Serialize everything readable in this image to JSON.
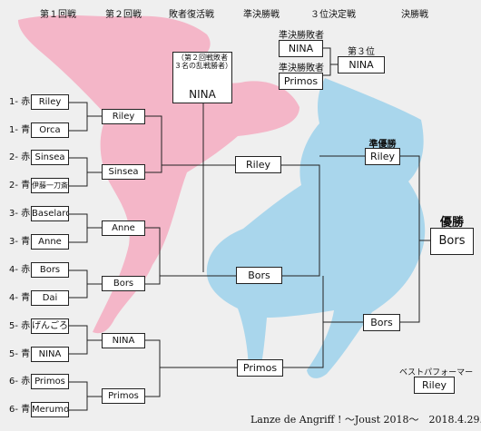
{
  "headers": [
    "第１回戦",
    "第２回戦",
    "敗者復活戦",
    "準決勝戦",
    "３位決定戦",
    "決勝戦"
  ],
  "round1": [
    {
      "seed": "1- 赤",
      "name": "Riley"
    },
    {
      "seed": "1- 青",
      "name": "Orca"
    },
    {
      "seed": "2- 赤",
      "name": "Sinsea"
    },
    {
      "seed": "2- 青",
      "name": "伊藤一刀斎"
    },
    {
      "seed": "3- 赤",
      "name": "Baselard"
    },
    {
      "seed": "3- 青",
      "name": "Anne"
    },
    {
      "seed": "4- 赤",
      "name": "Bors"
    },
    {
      "seed": "4- 青",
      "name": "Dai"
    },
    {
      "seed": "5- 赤",
      "name": "げんごろう"
    },
    {
      "seed": "5- 青",
      "name": "NINA"
    },
    {
      "seed": "6- 赤",
      "name": "Primos"
    },
    {
      "seed": "6- 青",
      "name": "Merumo"
    }
  ],
  "round2": [
    "Riley",
    "Sinsea",
    "Anne",
    "Bors",
    "NINA",
    "Primos"
  ],
  "repechage": {
    "note": "（第２回戦敗者３名の乱戦勝者）",
    "name": "NINA"
  },
  "semifinal": [
    "Riley",
    "Bors",
    "Primos"
  ],
  "third_place": {
    "loser_label": "準決勝敗者",
    "entrants": [
      "NINA",
      "Primos"
    ],
    "result_label": "第３位",
    "result": "NINA"
  },
  "final": {
    "runner_up_label": "準優勝",
    "runner_up": "Riley",
    "finalist_2": "Bors",
    "champion_label": "優勝",
    "champion": "Bors"
  },
  "best_performer": {
    "label": "ベストパフォーマー",
    "name": "Riley"
  },
  "footer": "Lanze de Angriff ! 〜Joust 2018〜　2018.4.29.",
  "colors": {
    "pink": "#f4b6c8",
    "blue": "#a9d6ec",
    "line": "#222222",
    "background": "#efefef"
  }
}
